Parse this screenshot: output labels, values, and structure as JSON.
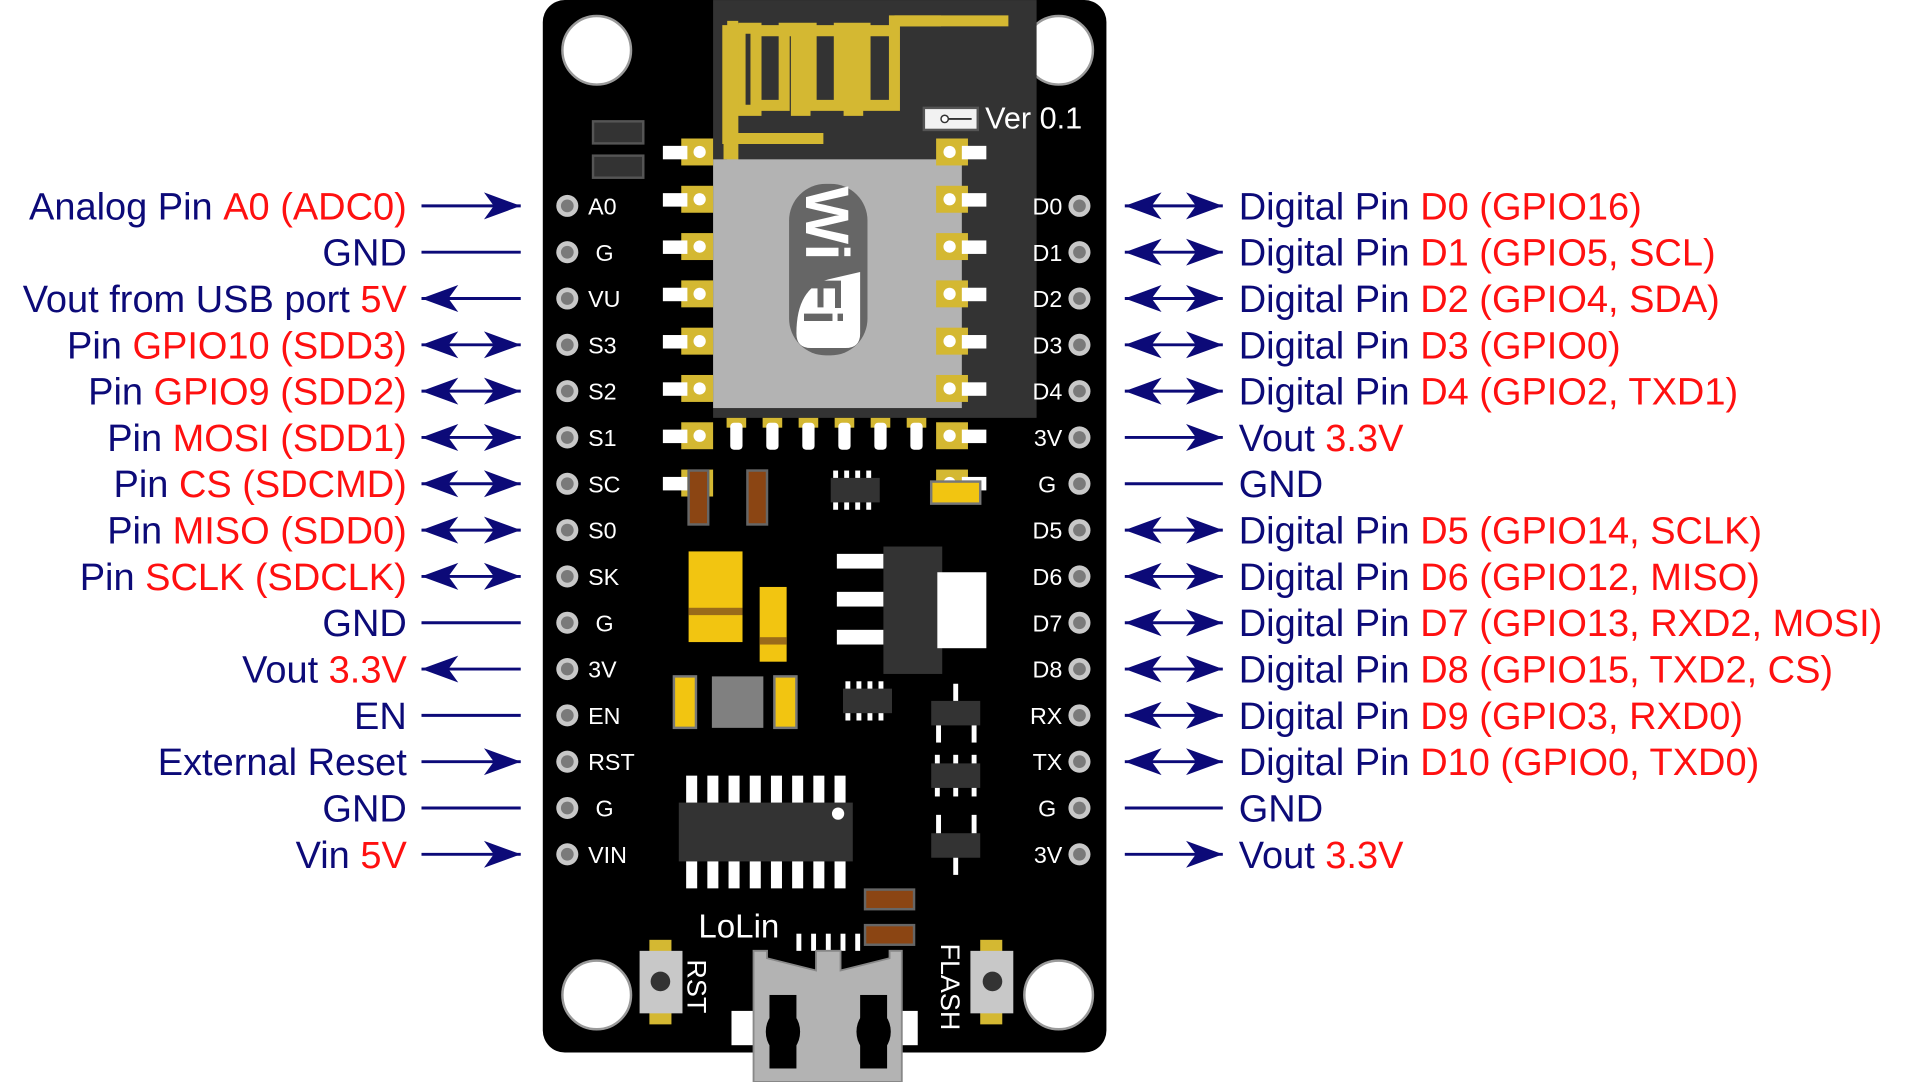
{
  "title": "NodeMCU LoLin ESP8266 Pinout",
  "colors": {
    "label_primary": "#0c0a78",
    "label_highlight": "#ff1010",
    "board": "#000000",
    "module_shield": "#b3b3b3",
    "gold": "#d4b832",
    "arrow": "#0c0a78"
  },
  "board": {
    "version_label": "Ver  0.1",
    "brand_label": "LoLin",
    "wifi_logo_text_top": "Wi",
    "wifi_logo_text_bottom": "Fi",
    "rst_button_label": "RST",
    "flash_button_label": "FLASH"
  },
  "left_pins": [
    {
      "pin": "A0",
      "prefix": "Analog Pin ",
      "highlight": "A0 (ADC0)",
      "suffix": "",
      "direction": "in"
    },
    {
      "pin": "G",
      "prefix": "GND",
      "highlight": "",
      "suffix": "",
      "direction": "none"
    },
    {
      "pin": "VU",
      "prefix": "Vout from USB port ",
      "highlight": "5V",
      "suffix": "",
      "direction": "out"
    },
    {
      "pin": "S3",
      "prefix": "Pin ",
      "highlight": "GPIO10 (SDD3)",
      "suffix": "",
      "direction": "both"
    },
    {
      "pin": "S2",
      "prefix": "Pin ",
      "highlight": "GPIO9 (SDD2)",
      "suffix": "",
      "direction": "both"
    },
    {
      "pin": "S1",
      "prefix": "Pin ",
      "highlight": "MOSI (SDD1)",
      "suffix": "",
      "direction": "both"
    },
    {
      "pin": "SC",
      "prefix": "Pin ",
      "highlight": "CS (SDCMD)",
      "suffix": "",
      "direction": "both"
    },
    {
      "pin": "S0",
      "prefix": "Pin ",
      "highlight": "MISO (SDD0)",
      "suffix": "",
      "direction": "both"
    },
    {
      "pin": "SK",
      "prefix": "Pin ",
      "highlight": "SCLK (SDCLK)",
      "suffix": "",
      "direction": "both"
    },
    {
      "pin": "G",
      "prefix": "GND",
      "highlight": "",
      "suffix": "",
      "direction": "none"
    },
    {
      "pin": "3V",
      "prefix": "Vout ",
      "highlight": "3.3V",
      "suffix": "",
      "direction": "out"
    },
    {
      "pin": "EN",
      "prefix": "EN",
      "highlight": "",
      "suffix": "",
      "direction": "none"
    },
    {
      "pin": "RST",
      "prefix": "External Reset",
      "highlight": "",
      "suffix": "",
      "direction": "in"
    },
    {
      "pin": "G",
      "prefix": "GND",
      "highlight": "",
      "suffix": "",
      "direction": "none"
    },
    {
      "pin": "VIN",
      "prefix": "Vin ",
      "highlight": "5V",
      "suffix": "",
      "direction": "in"
    }
  ],
  "right_pins": [
    {
      "pin": "D0",
      "prefix": "Digital Pin ",
      "highlight": "D0 (GPIO16)",
      "direction": "both"
    },
    {
      "pin": "D1",
      "prefix": "Digital Pin ",
      "highlight": "D1 (GPIO5, SCL)",
      "direction": "both"
    },
    {
      "pin": "D2",
      "prefix": "Digital Pin ",
      "highlight": "D2 (GPIO4, SDA)",
      "direction": "both"
    },
    {
      "pin": "D3",
      "prefix": "Digital Pin ",
      "highlight": "D3 (GPIO0)",
      "direction": "both"
    },
    {
      "pin": "D4",
      "prefix": "Digital Pin ",
      "highlight": "D4 (GPIO2, TXD1)",
      "direction": "both"
    },
    {
      "pin": "3V",
      "prefix": "Vout ",
      "highlight": "3.3V",
      "direction": "out"
    },
    {
      "pin": "G",
      "prefix": "GND",
      "highlight": "",
      "direction": "none"
    },
    {
      "pin": "D5",
      "prefix": "Digital Pin ",
      "highlight": "D5 (GPIO14, SCLK)",
      "direction": "both"
    },
    {
      "pin": "D6",
      "prefix": "Digital Pin ",
      "highlight": "D6 (GPIO12, MISO)",
      "direction": "both"
    },
    {
      "pin": "D7",
      "prefix": "Digital Pin ",
      "highlight": "D7 (GPIO13, RXD2, MOSI)",
      "direction": "both"
    },
    {
      "pin": "D8",
      "prefix": "Digital Pin ",
      "highlight": "D8 (GPIO15, TXD2, CS)",
      "direction": "both"
    },
    {
      "pin": "RX",
      "prefix": "Digital Pin ",
      "highlight": "D9 (GPIO3, RXD0)",
      "direction": "both"
    },
    {
      "pin": "TX",
      "prefix": "Digital Pin ",
      "highlight": "D10 (GPIO0, TXD0)",
      "direction": "both"
    },
    {
      "pin": "G",
      "prefix": "GND",
      "highlight": "",
      "direction": "none"
    },
    {
      "pin": "3V",
      "prefix": "Vout ",
      "highlight": "3.3V",
      "direction": "out"
    }
  ]
}
